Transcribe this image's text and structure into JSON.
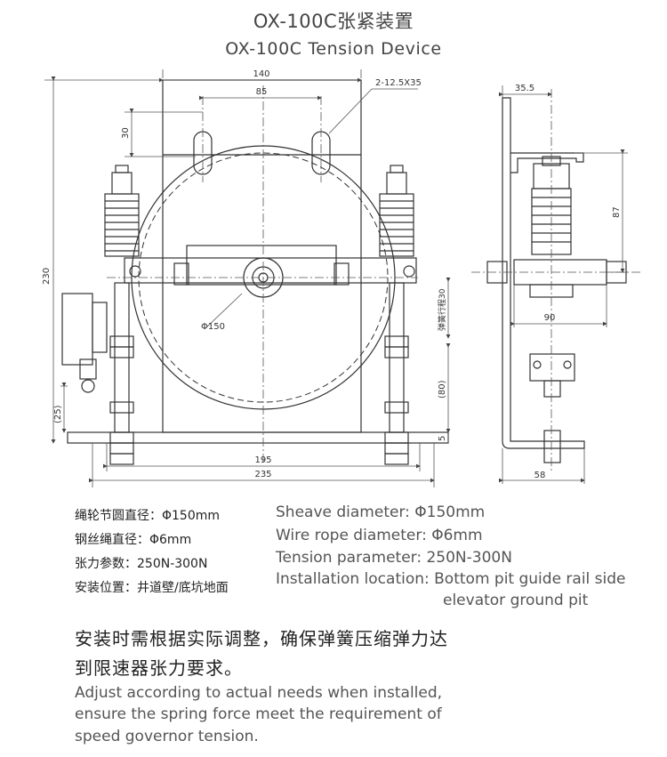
{
  "title": {
    "cn": "OX-100C张紧装置",
    "en": "OX-100C  Tension Device"
  },
  "dimensions": {
    "d140": "140",
    "d85": "85",
    "hole": "2-12.5X35",
    "d30": "30",
    "d230": "230",
    "d150": "Φ150",
    "d25": "(25)",
    "d195": "195",
    "d235": "235",
    "d80": "(80)",
    "d5": "5",
    "stroke": "弹簧行程30",
    "d35_5": "35.5",
    "d87": "87",
    "d90": "90",
    "d58": "58"
  },
  "specs_cn": [
    "绳轮节圆直径：Φ150mm",
    "钢丝绳直径：Φ6mm",
    "张力参数：250N-300N",
    "安装位置：井道壁/底坑地面"
  ],
  "specs_en": [
    "Sheave diameter:  Φ150mm",
    "Wire rope diameter:  Φ6mm",
    "Tension parameter: 250N-300N",
    "Installation location:  Bottom pit guide rail side",
    "elevator ground pit"
  ],
  "note_cn": [
    "安装时需根据实际调整，确保弹簧压缩弹力达",
    "到限速器张力要求。"
  ],
  "note_en": [
    "Adjust according to actual needs when installed,",
    "ensure the spring force meet the requirement of",
    "speed governor tension."
  ],
  "colors": {
    "line": "#333333",
    "dim": "#555555",
    "text": "#222222"
  }
}
